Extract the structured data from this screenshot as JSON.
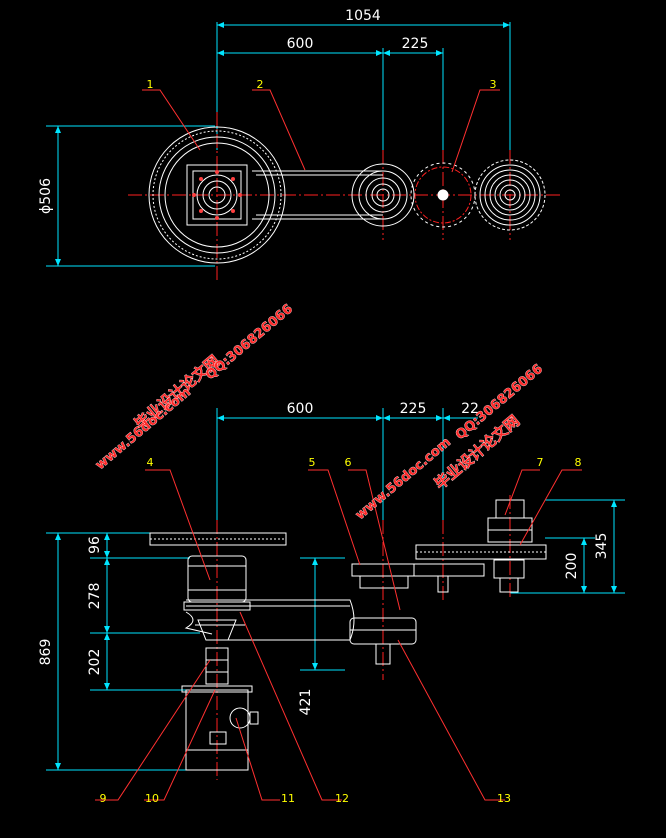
{
  "colors": {
    "background": "#000000",
    "dimension": "#00e5ff",
    "part": "#ffffff",
    "centerline": "#ff2020",
    "leader": "#ff3030",
    "label": "#ffff00",
    "watermark": "#ff2a2a"
  },
  "top_view": {
    "dims": {
      "overall": "1054",
      "seg1": "600",
      "seg2": "225",
      "diameter": "ϕ506"
    },
    "labels": [
      "1",
      "2",
      "3"
    ]
  },
  "side_view": {
    "dims": {
      "seg1": "600",
      "seg2": "225",
      "seg3": "22",
      "h96": "96",
      "h278": "278",
      "h202": "202",
      "h869": "869",
      "h421": "421",
      "h200": "200",
      "h345": "345"
    },
    "labels_top": [
      "4",
      "5",
      "6",
      "7",
      "8"
    ],
    "labels_bottom": [
      "9",
      "10",
      "11",
      "12",
      "13"
    ]
  },
  "watermarks": {
    "site_name": "毕业设计论文网",
    "url": "www.56doc.com",
    "qq": "QQ:306826066"
  }
}
